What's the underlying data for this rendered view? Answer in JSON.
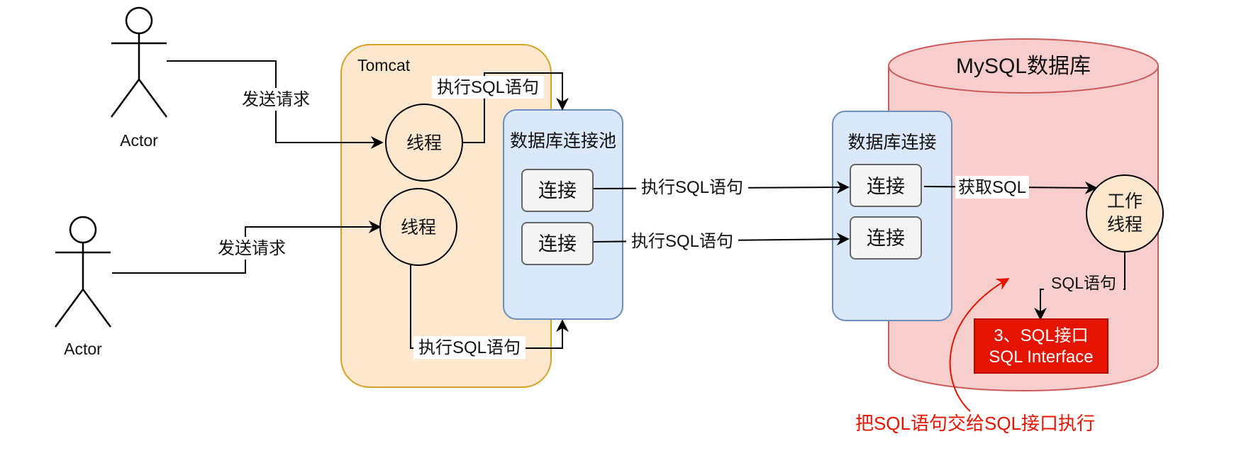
{
  "actors": [
    {
      "label": "Actor"
    },
    {
      "label": "Actor"
    }
  ],
  "tomcat": {
    "title": "Tomcat"
  },
  "threads": [
    {
      "label": "线程"
    },
    {
      "label": "线程"
    }
  ],
  "pool": {
    "title": "数据库连接池",
    "connections": [
      {
        "label": "连接"
      },
      {
        "label": "连接"
      }
    ]
  },
  "db_connection": {
    "title": "数据库连接",
    "connections": [
      {
        "label": "连接"
      },
      {
        "label": "连接"
      }
    ]
  },
  "database": {
    "title": "MySQL数据库"
  },
  "worker_thread": {
    "line1": "工作",
    "line2": "线程"
  },
  "sql_interface": {
    "line1": "3、SQL接口",
    "line2": "SQL Interface"
  },
  "edge_labels": {
    "send_request_1": "发送请求",
    "send_request_2": "发送请求",
    "exec_sql_top": "执行SQL语句",
    "exec_sql_bottom": "执行SQL语句",
    "exec_sql_mid_1": "执行SQL语句",
    "exec_sql_mid_2": "执行SQL语句",
    "get_sql": "获取SQL",
    "sql_statement": "SQL语句"
  },
  "annotation": {
    "text": "把SQL语句交给SQL接口执行"
  },
  "colors": {
    "tomcat_fill": "#fde7cf",
    "tomcat_stroke": "#d6a224",
    "pool_fill": "#dae8fc",
    "pool_stroke": "#6c8ebf",
    "db_fill": "#f8cecc",
    "db_stroke": "#cc5c5c",
    "interface_fill": "#e51400",
    "annotation": "#e51400"
  }
}
